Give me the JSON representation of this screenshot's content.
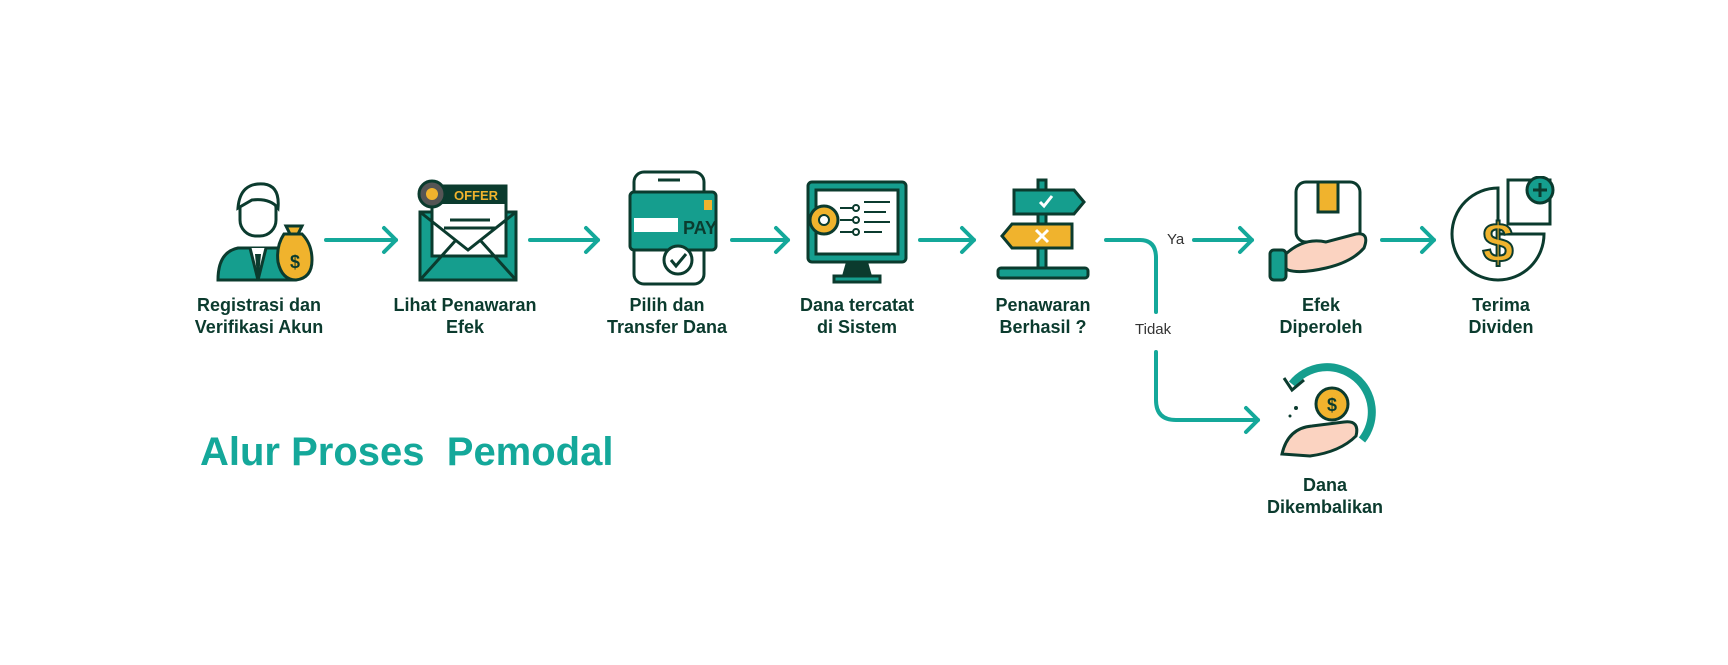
{
  "title": "Alur Proses  Pemodal",
  "colors": {
    "teal": "#14a89a",
    "dark": "#0b3b2e",
    "yellow": "#f0b32d",
    "skin": "#fbd3c1",
    "icon_bg": "#159e8e"
  },
  "steps": [
    {
      "id": "registrasi",
      "label": "Registrasi dan\nVerifikasi Akun",
      "icon": "user-moneybag-icon"
    },
    {
      "id": "lihat",
      "label": "Lihat Penawaran\nEfek",
      "icon": "offer-envelope-icon",
      "icon_text": "OFFER"
    },
    {
      "id": "pilih",
      "label": "Pilih dan\nTransfer Dana",
      "icon": "phone-pay-icon",
      "icon_text": "PAY"
    },
    {
      "id": "dana",
      "label": "Dana tercatat\ndi Sistem",
      "icon": "monitor-system-icon"
    },
    {
      "id": "penawaran",
      "label": "Penawaran\nBerhasil ?",
      "icon": "signpost-decision-icon"
    },
    {
      "id": "efek",
      "label": "Efek\nDiperoleh",
      "icon": "hand-box-icon"
    },
    {
      "id": "dividen",
      "label": "Terima\nDividen",
      "icon": "dividend-chart-icon"
    },
    {
      "id": "kembali",
      "label": "Dana\nDikembalikan",
      "icon": "hand-coin-refund-icon"
    }
  ],
  "branches": {
    "yes": "Ya",
    "no": "Tidak"
  }
}
